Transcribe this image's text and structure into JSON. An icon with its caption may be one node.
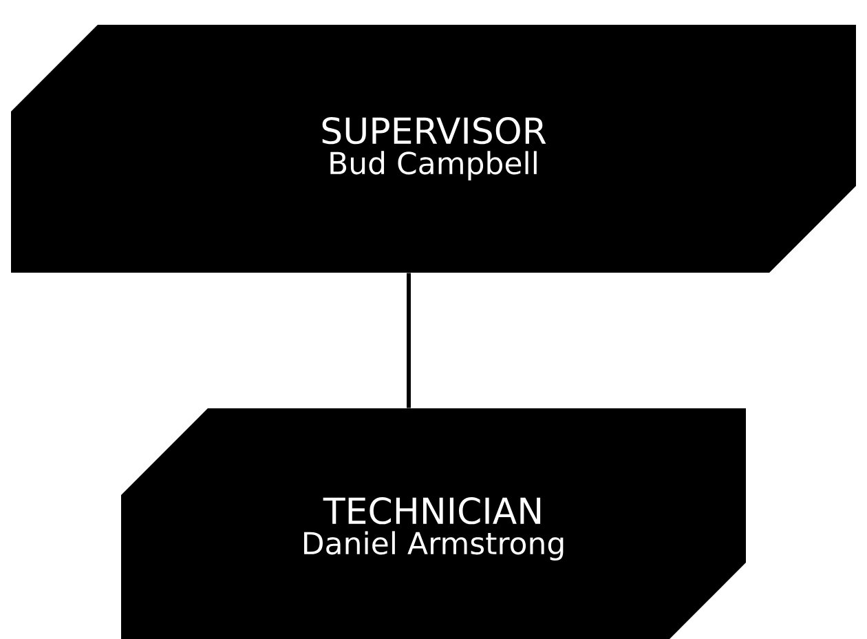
{
  "diagram": {
    "nodes": [
      {
        "text": [
          "SUPERVISOR",
          "Bud Campbell"
        ]
      },
      {
        "text": [
          "TECHNICIAN",
          "Daniel Armstrong"
        ]
      }
    ],
    "edges": [
      {
        "from": 0,
        "to": 1,
        "arrow": "none"
      }
    ]
  }
}
